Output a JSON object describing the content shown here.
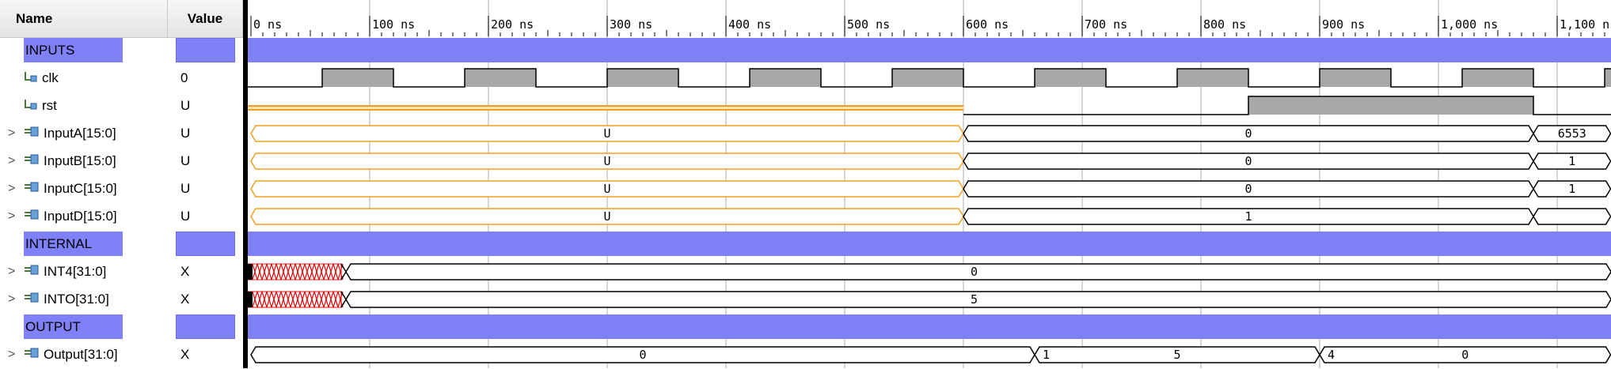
{
  "columns": {
    "name": "Name",
    "value": "Value"
  },
  "signals": [
    {
      "id": "inputs",
      "name": "INPUTS",
      "value": "",
      "kind": "group"
    },
    {
      "id": "clk",
      "name": "clk",
      "value": "0",
      "kind": "bit",
      "icon": "bit-signal-icon"
    },
    {
      "id": "rst",
      "name": "rst",
      "value": "U",
      "kind": "bit",
      "icon": "bit-signal-icon"
    },
    {
      "id": "inputa",
      "name": "InputA[15:0]",
      "value": "U",
      "kind": "bus",
      "icon": "bus-signal-icon"
    },
    {
      "id": "inputb",
      "name": "InputB[15:0]",
      "value": "U",
      "kind": "bus",
      "icon": "bus-signal-icon"
    },
    {
      "id": "inputc",
      "name": "InputC[15:0]",
      "value": "U",
      "kind": "bus",
      "icon": "bus-signal-icon"
    },
    {
      "id": "inputd",
      "name": "InputD[15:0]",
      "value": "U",
      "kind": "bus",
      "icon": "bus-signal-icon"
    },
    {
      "id": "internal",
      "name": "INTERNAL",
      "value": "",
      "kind": "group"
    },
    {
      "id": "int4",
      "name": "INT4[31:0]",
      "value": "X",
      "kind": "bus",
      "icon": "bus-signal-icon"
    },
    {
      "id": "into",
      "name": "INTO[31:0]",
      "value": "X",
      "kind": "bus",
      "icon": "bus-signal-icon"
    },
    {
      "id": "output-group",
      "name": "OUTPUT",
      "value": "",
      "kind": "group"
    },
    {
      "id": "output",
      "name": "Output[31:0]",
      "value": "X",
      "kind": "bus",
      "icon": "bus-signal-icon"
    }
  ],
  "timeline": {
    "unit": "ns",
    "labels": [
      "0 ns",
      "100 ns",
      "200 ns",
      "300 ns",
      "400 ns",
      "500 ns",
      "600 ns",
      "700 ns",
      "800 ns",
      "900 ns",
      "1,000 ns",
      "1,100 ns"
    ],
    "label_values": [
      0,
      100,
      200,
      300,
      400,
      500,
      600,
      700,
      800,
      900,
      1000,
      1100
    ],
    "clock_period_ns": 120,
    "clock_first_rise_ns": 60
  },
  "waves": {
    "rst": {
      "undefined_until_ns": 600,
      "high_from_ns": 840,
      "high_until_ns": 1080
    },
    "inputa": [
      {
        "from": 0,
        "to": 600,
        "label": "U",
        "undefined": true
      },
      {
        "from": 600,
        "to": 1080,
        "label": "0"
      },
      {
        "from": 1080,
        "to": 1145,
        "label": "6553"
      }
    ],
    "inputb": [
      {
        "from": 0,
        "to": 600,
        "label": "U",
        "undefined": true
      },
      {
        "from": 600,
        "to": 1080,
        "label": "0"
      },
      {
        "from": 1080,
        "to": 1145,
        "label": "1"
      }
    ],
    "inputc": [
      {
        "from": 0,
        "to": 600,
        "label": "U",
        "undefined": true
      },
      {
        "from": 600,
        "to": 1080,
        "label": "0"
      },
      {
        "from": 1080,
        "to": 1145,
        "label": "1"
      }
    ],
    "inputd": [
      {
        "from": 0,
        "to": 600,
        "label": "U",
        "undefined": true
      },
      {
        "from": 600,
        "to": 1080,
        "label": "1"
      },
      {
        "from": 1080,
        "to": 1145,
        "label": ""
      }
    ],
    "int4": {
      "unknown_until_ns": 80,
      "value_label": "0"
    },
    "into": {
      "unknown_until_ns": 80,
      "value_label": "5"
    },
    "output": [
      {
        "from": 0,
        "to": 660,
        "label": "0"
      },
      {
        "from": 660,
        "to": 900,
        "label": "5",
        "prefix": "1"
      },
      {
        "from": 900,
        "to": 1145,
        "label": "0",
        "prefix": "4"
      }
    ]
  },
  "colors": {
    "group_fill": "#8080f8",
    "clock_high": "#a8a8a8",
    "undefined_line": "#f0a020",
    "unknown_x": "#e01010",
    "grid": "#c8c8c8",
    "trace": "#000000"
  }
}
